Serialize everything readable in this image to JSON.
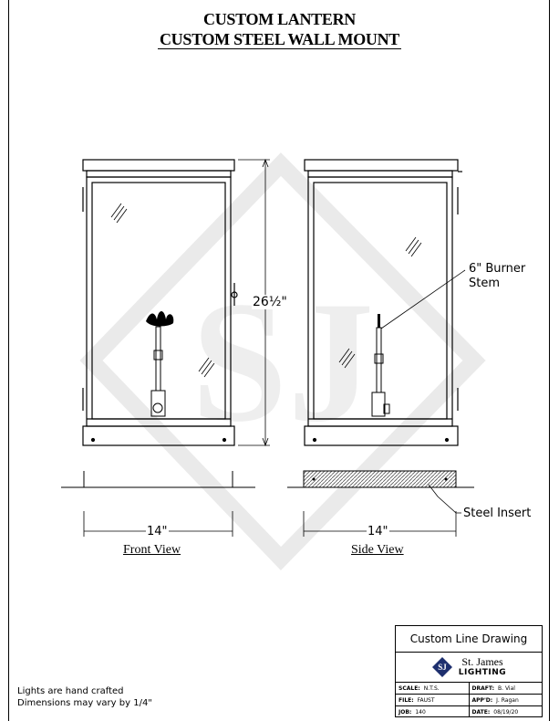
{
  "title_line1": "CUSTOM LANTERN",
  "title_line2": "CUSTOM STEEL WALL MOUNT",
  "dimensions": {
    "height": "26½\"",
    "width_front": "14\"",
    "width_side": "14\""
  },
  "callouts": {
    "burner_line1": "6\" Burner",
    "burner_line2": "Stem",
    "steel_insert": "Steel Insert"
  },
  "views": {
    "front": "Front View",
    "side": "Side View"
  },
  "notes": {
    "line1": "Lights are hand crafted",
    "line2": "Dimensions may vary by 1/4\""
  },
  "title_block": {
    "heading": "Custom Line Drawing",
    "brand_name": "St. James",
    "brand_sub": "LIGHTING",
    "logo_icon": "stj-diamond-logo-icon",
    "scale_label": "SCALE:",
    "scale_value": "N.T.S.",
    "draft_label": "DRAFT:",
    "draft_value": "B. Vial",
    "file_label": "FILE:",
    "file_value": "FAUST",
    "appd_label": "APP'D:",
    "appd_value": "J. Ragan",
    "job_label": "JOB:",
    "job_value": "140",
    "date_label": "DATE:",
    "date_value": "08/19/20"
  }
}
